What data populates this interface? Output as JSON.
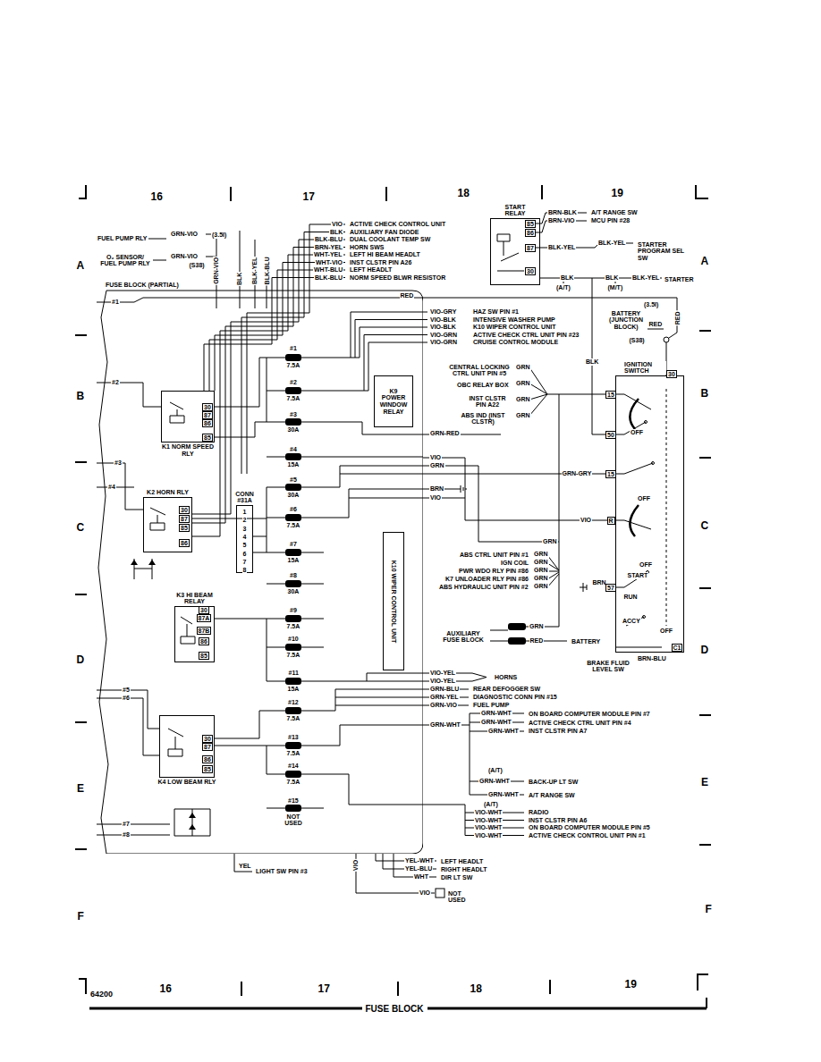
{
  "diagram": {
    "title": "FUSE BLOCK",
    "nodes": [
      {
        "text": [
          "START RELAY"
        ]
      },
      {
        "text": [
          "FUSE BLOCK (PARTIAL)"
        ]
      },
      {
        "text": [
          "K1 NORM SPEED RLY"
        ],
        "in": 1
      },
      {
        "text": [
          "K9 POWER WINDOW RELAY"
        ],
        "in": 1
      },
      {
        "text": [
          "K2 HORN RLY"
        ],
        "in": 1
      },
      {
        "text": [
          "CONN #31A"
        ],
        "in": 1
      },
      {
        "text": [
          "K10 WIPER CONTROL UNIT"
        ],
        "in": 1
      },
      {
        "text": [
          "K3 HI BEAM RELAY"
        ],
        "in": 1
      },
      {
        "text": [
          "K4 LOW BEAM RLY"
        ],
        "in": 1
      },
      {
        "text": [
          "IGNITION SWITCH"
        ]
      }
    ],
    "edges": [
      {
        "from": 0,
        "to": 9,
        "arrow": "none",
        "label": "BLK"
      },
      {
        "from": 1,
        "to": 9,
        "arrow": "none",
        "label": "GRN-GRY"
      },
      {
        "from": 1,
        "to": 9,
        "arrow": "none",
        "label": "VIO"
      }
    ],
    "labels": [
      "16",
      "17",
      "18",
      "19",
      "A",
      "B",
      "C",
      "D",
      "E",
      "F",
      "A",
      "B",
      "C",
      "D",
      "E",
      "F",
      "16",
      "17",
      "18",
      "19",
      "64200",
      "(3.5I)",
      "FUEL PUMP RLY",
      "GRN-VIO",
      "O₂ SENSOR/ FUEL PUMP RLY",
      "GRN-VIO",
      "(S38)",
      "GRN-VIO",
      "BLK",
      "BLK-YEL",
      "BLK-BLU",
      "VIO",
      "ACTIVE CHECK CONTROL UNIT",
      "BLK",
      "AUXILIARY FAN DIODE",
      "BLK-BLU",
      "DUAL COOLANT TEMP SW",
      "BRN-YEL",
      "HORN SWS",
      "WHT-YEL",
      "LEFT HI BEAM HEADLT",
      "WHT-VIO",
      "INST CLSTR PIN A26",
      "WHT-BLU",
      "LEFT HEADLT",
      "BLK-BLU",
      "NORM SPEED BLWR RESISTOR",
      "85",
      "86",
      "87",
      "30",
      "BRN-BLK",
      "A/T RANGE SW",
      "BRN-VIO",
      "MCU PIN #28",
      "BLK-YEL",
      "BLK-YEL",
      "STARTER PROGRAM SEL SW",
      "BLK",
      "BLK",
      "BLK-YEL",
      "STARTER",
      "(A/T)",
      "(M/T)",
      "RED",
      "#1",
      "(3.5I)",
      "RED",
      "BATTERY (JUNCTION BLOCK)",
      "RED",
      "(S38)",
      "VIO-GRY",
      "HAZ SW PIN #1",
      "VIO-BLK",
      "INTENSIVE WASHER PUMP",
      "VIO-BLK",
      "K10 WIPER CONTROL UNIT",
      "VIO-GRN",
      "ACTIVE CHECK CTRL UNIT PIN #23",
      "VIO-GRN",
      "CRUISE CONTROL MODULE",
      "CENTRAL LOCKING CTRL UNIT PIN #5",
      "GRN",
      "OBC RELAY BOX",
      "GRN",
      "INST CLSTR PIN A22",
      "GRN",
      "ABS IND (INST CLSTR)",
      "GRN",
      "15",
      "30",
      "OFF",
      "50",
      "GRN-RED",
      "VIO",
      "GRN",
      "15",
      "BRN",
      "VIO",
      "OFF",
      "R",
      "GRN",
      "ABS CTRL UNIT PIN #1",
      "GRN",
      "IGN COIL",
      "GRN",
      "PWR WDO RLY PIN #86",
      "GRN",
      "K7 UNLOADER RLY PIN #86",
      "GRN",
      "ABS HYDRAULIC UNIT PIN #2",
      "GRN",
      "OFF",
      "START",
      "BRN",
      "57",
      "RUN",
      "ACCY",
      "OFF",
      "C1",
      "AUXILIARY FUSE BLOCK",
      "GRN",
      "RED",
      "BATTERY",
      "BRN-BLU",
      "BRAKE FLUID LEVEL SW",
      "#1",
      "7.5A",
      "#2",
      "7.5A",
      "#3",
      "30A",
      "#4",
      "15A",
      "#5",
      "30A",
      "#6",
      "7.5A",
      "#7",
      "15A",
      "#8",
      "30A",
      "#9",
      "7.5A",
      "#10",
      "7.5A",
      "#11",
      "15A",
      "#12",
      "7.5A",
      "#13",
      "7.5A",
      "#14",
      "7.5A",
      "#15",
      "NOT USED",
      "#2",
      "#3",
      "#4",
      "#5",
      "#6",
      "#7",
      "#8",
      "30",
      "87",
      "86",
      "85",
      "30",
      "87",
      "85",
      "86",
      "1",
      "2",
      "3",
      "4",
      "5",
      "6",
      "7",
      "8",
      "30",
      "87A",
      "87B",
      "86",
      "85",
      "30",
      "87",
      "86",
      "85",
      "VIO-YEL",
      "VIO-YEL",
      "HORNS",
      "GRN-BLU",
      "REAR DEFOGGER SW",
      "GRN-YEL",
      "DIAGNOSTIC CONN PIN #15",
      "GRN-VIO",
      "FUEL PUMP",
      "GRN-WHT",
      "GRN-WHT",
      "ON BOARD COMPUTER MODULE PIN #7",
      "GRN-WHT",
      "ACTIVE CHECK CTRL UNIT PIN #4",
      "GRN-WHT",
      "INST CLSTR PIN A7",
      "(A/T)",
      "GRN-WHT",
      "BACK-UP LT SW",
      "GRN-WHT",
      "A/T RANGE SW",
      "(A/T)",
      "VIO-WHT",
      "RADIO",
      "VIO-WHT",
      "INST CLSTR PIN A6",
      "VIO-WHT",
      "ON BOARD COMPUTER MODULE PIN #5",
      "VIO-WHT",
      "ACTIVE CHECK CONTROL UNIT PIN #1",
      "YEL-WHT",
      "LEFT HEADLT",
      "YEL-BLU",
      "RIGHT HEADLT",
      "WHT",
      "DIR LT SW",
      "VIO",
      "NOT USED",
      "YEL",
      "LIGHT SW PIN #3",
      "VIO"
    ]
  }
}
